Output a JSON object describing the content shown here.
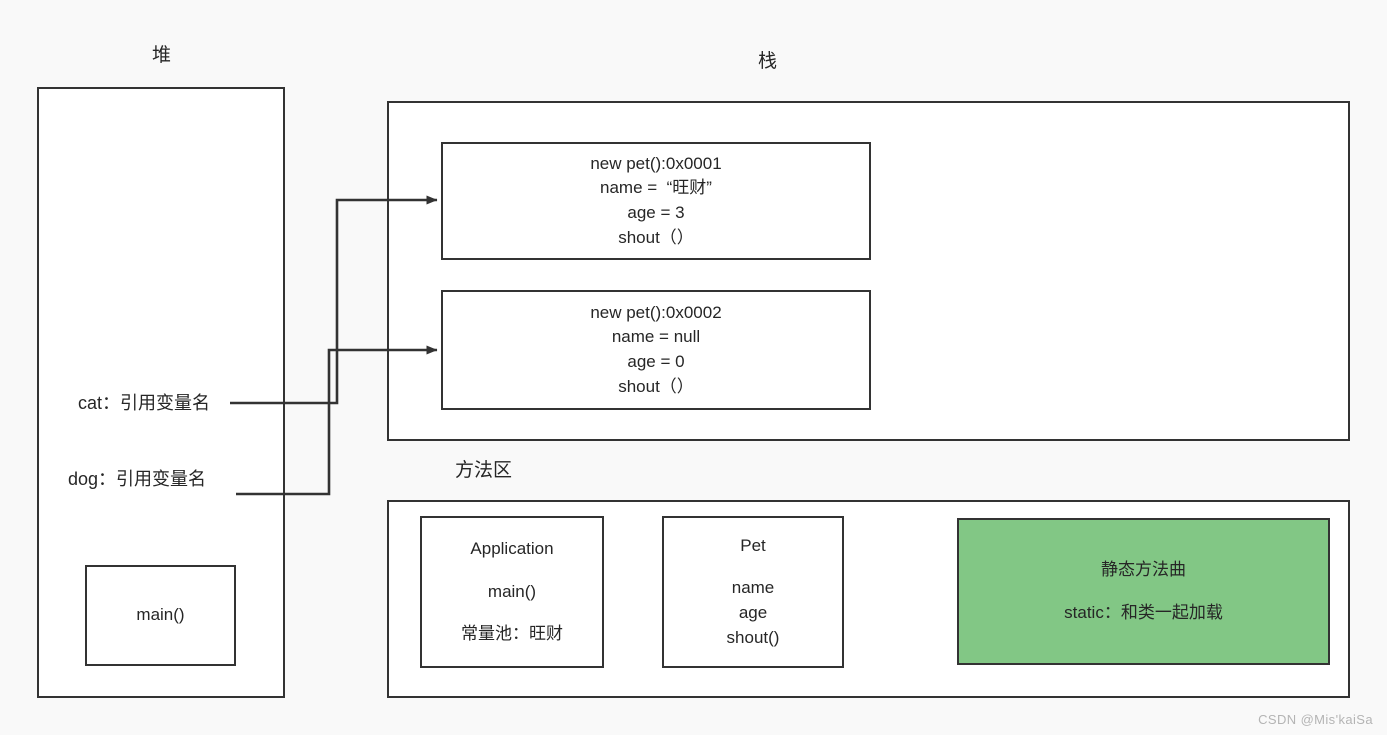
{
  "diagram": {
    "title_heap": "堆",
    "title_stack": "栈",
    "title_method_area": "方法区",
    "watermark": "CSDN @Mis'kaiSa",
    "colors": {
      "background": "#f9f9f9",
      "stroke": "#333333",
      "text": "#262626",
      "static_block_fill": "#82c785",
      "watermark_text": "#b4b4b4"
    }
  },
  "heap": {
    "label": "堆",
    "references": [
      {
        "name": "cat-reference",
        "text": "cat：引用变量名"
      },
      {
        "name": "dog-reference",
        "text": "dog：引用变量名"
      }
    ],
    "frames": [
      {
        "name": "main-frame",
        "lines": [
          "main()"
        ]
      }
    ]
  },
  "stack": {
    "label": "栈",
    "objects": [
      {
        "name": "pet-object-0x0001",
        "lines": [
          "new pet():0x0001",
          "name =  “旺财”",
          "age = 3",
          "shout（）"
        ]
      },
      {
        "name": "pet-object-0x0002",
        "lines": [
          "new pet():0x0002",
          "name = null",
          "age = 0",
          "shout（）"
        ]
      }
    ]
  },
  "method_area": {
    "label": "方法区",
    "classes": [
      {
        "name": "application-class",
        "title": "Application",
        "members": [
          "main()"
        ],
        "extra": "常量池：旺财"
      },
      {
        "name": "pet-class",
        "title": "Pet",
        "members": [
          "name",
          "age",
          "shout()"
        ],
        "extra": ""
      }
    ],
    "static_block": {
      "name": "static-method-block",
      "title": "静态方法曲",
      "detail": "static：和类一起加载"
    }
  },
  "connections": [
    {
      "name": "cat-to-pet-0x0001",
      "from": "cat-reference",
      "to": "pet-object-0x0001"
    },
    {
      "name": "dog-to-pet-0x0002",
      "from": "dog-reference",
      "to": "pet-object-0x0002"
    }
  ]
}
